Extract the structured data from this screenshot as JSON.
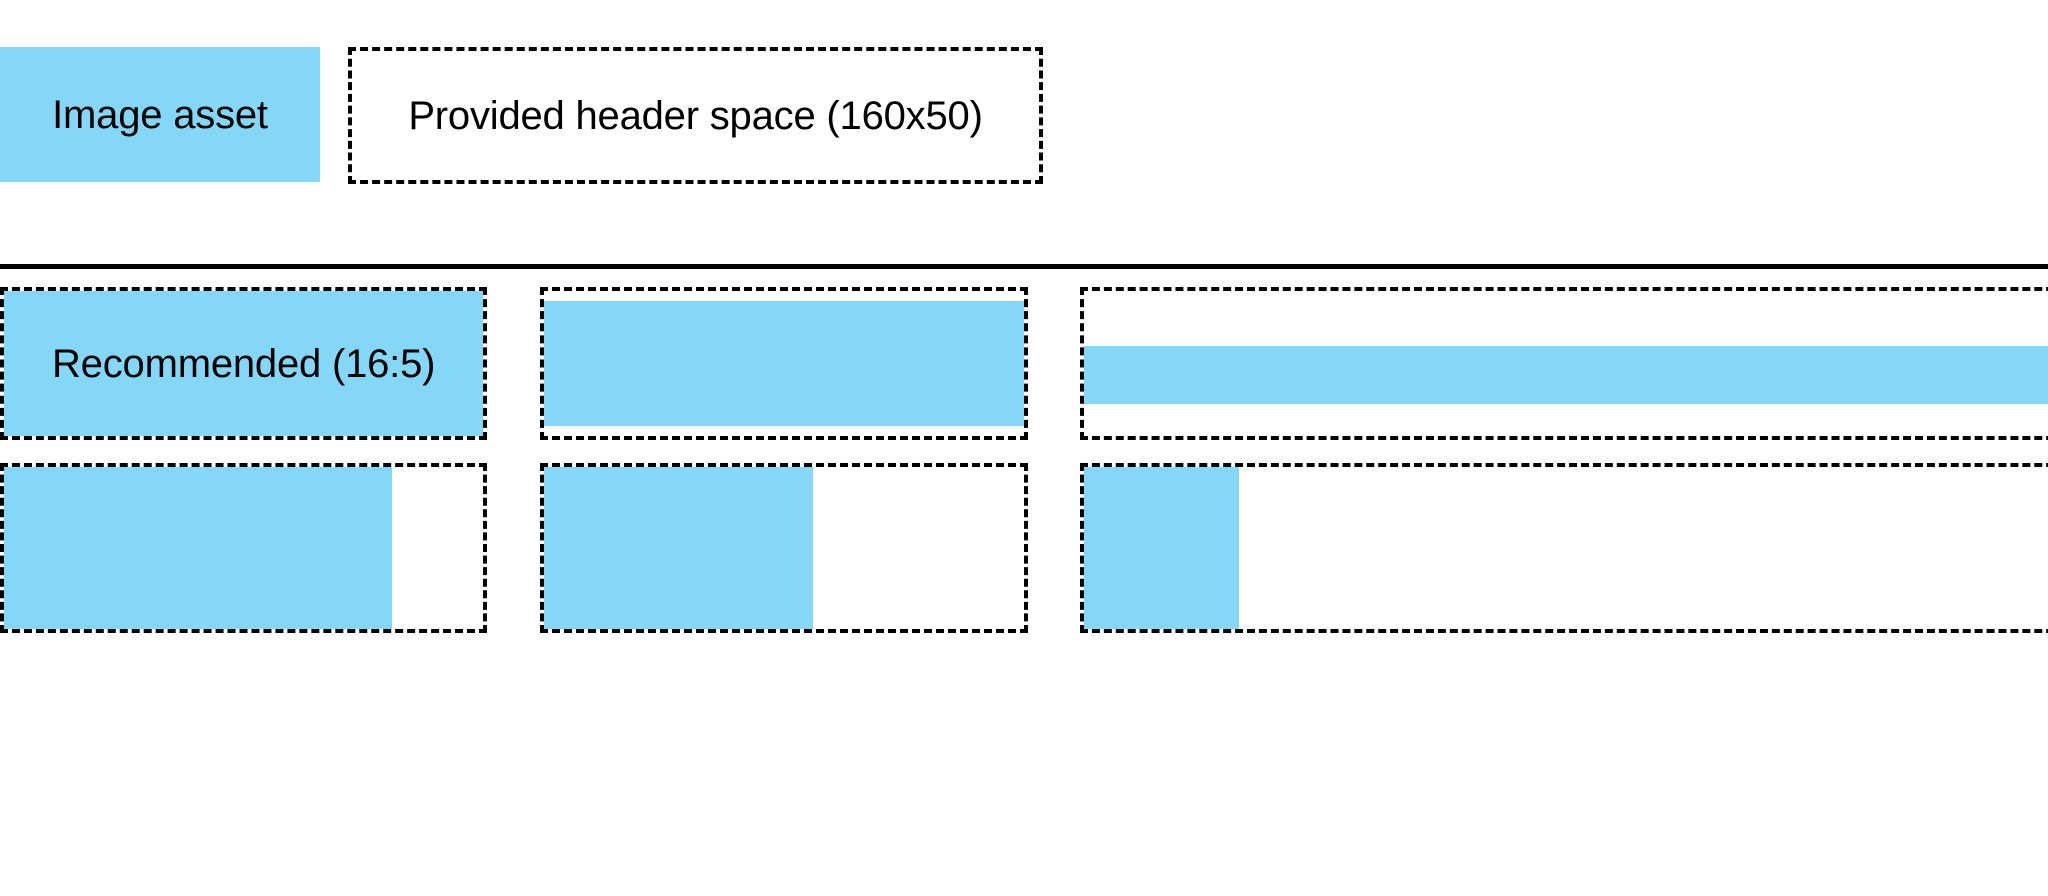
{
  "accent_color": "#85d7f7",
  "border_color": "#000000",
  "background_color": "#ffffff",
  "header": {
    "asset_chip_label": "Image asset",
    "header_space_label": "Provided header space (160x50)",
    "header_space_dimensions": "160x50"
  },
  "divider": {
    "present": true
  },
  "ratio_grid": {
    "rows": [
      {
        "cells": [
          {
            "caption": "Recommended (16:5)",
            "ratio": "16:5",
            "fill": "full"
          },
          {
            "caption": "",
            "ratio": "",
            "fill": "inset-vertical"
          },
          {
            "caption": "",
            "ratio": "",
            "fill": "band-centered"
          }
        ]
      },
      {
        "cells": [
          {
            "caption": "",
            "ratio": "",
            "fill": "left-81"
          },
          {
            "caption": "",
            "ratio": "",
            "fill": "left-56"
          },
          {
            "caption": "",
            "ratio": "",
            "fill": "left-16"
          }
        ]
      }
    ]
  }
}
